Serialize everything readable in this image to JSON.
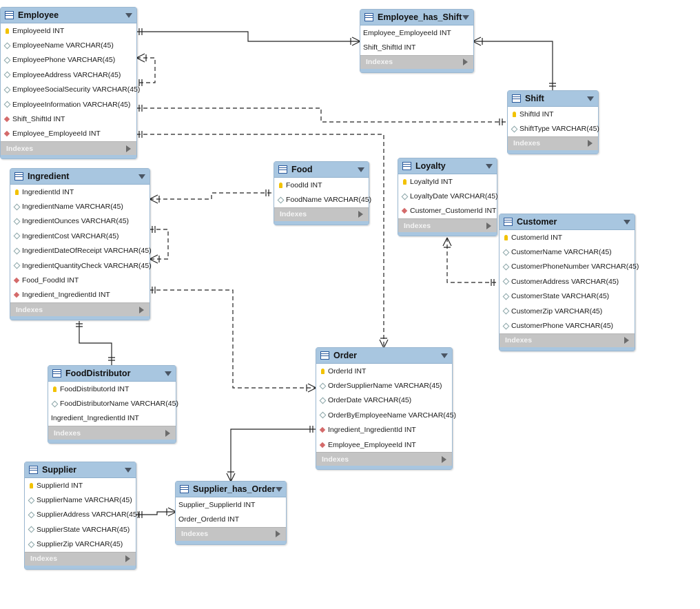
{
  "tables": {
    "employee": {
      "name": "Employee",
      "columns": [
        {
          "label": "EmployeeId INT",
          "icon": "key"
        },
        {
          "label": "EmployeeName VARCHAR(45)",
          "icon": "attr"
        },
        {
          "label": "EmployeePhone VARCHAR(45)",
          "icon": "attr"
        },
        {
          "label": "EmployeeAddress VARCHAR(45)",
          "icon": "attr"
        },
        {
          "label": "EmployeeSocialSecurity VARCHAR(45)",
          "icon": "attr"
        },
        {
          "label": "EmployeeInformation VARCHAR(45)",
          "icon": "attr"
        },
        {
          "label": "Shift_ShiftId INT",
          "icon": "fk"
        },
        {
          "label": "Employee_EmployeeId INT",
          "icon": "fk"
        }
      ],
      "indexes": "Indexes"
    },
    "employee_has_shift": {
      "name": "Employee_has_Shift",
      "columns": [
        {
          "label": "Employee_EmployeeId INT",
          "icon": "none"
        },
        {
          "label": "Shift_ShiftId INT",
          "icon": "none"
        }
      ],
      "indexes": "Indexes"
    },
    "shift": {
      "name": "Shift",
      "columns": [
        {
          "label": "ShiftId INT",
          "icon": "key"
        },
        {
          "label": "ShiftType VARCHAR(45)",
          "icon": "attr"
        }
      ],
      "indexes": "Indexes"
    },
    "ingredient": {
      "name": "Ingredient",
      "columns": [
        {
          "label": "IngredientId INT",
          "icon": "key"
        },
        {
          "label": "IngredientName VARCHAR(45)",
          "icon": "attr"
        },
        {
          "label": "IngredientOunces VARCHAR(45)",
          "icon": "attr"
        },
        {
          "label": "IngredientCost VARCHAR(45)",
          "icon": "attr"
        },
        {
          "label": "IngredientDateOfReceipt VARCHAR(45)",
          "icon": "attr"
        },
        {
          "label": "IngredientQuantityCheck VARCHAR(45)",
          "icon": "attr"
        },
        {
          "label": "Food_FoodId INT",
          "icon": "fk"
        },
        {
          "label": "Ingredient_IngredientId INT",
          "icon": "fk"
        }
      ],
      "indexes": "Indexes"
    },
    "food": {
      "name": "Food",
      "columns": [
        {
          "label": "FoodId INT",
          "icon": "key"
        },
        {
          "label": "FoodName VARCHAR(45)",
          "icon": "attr"
        }
      ],
      "indexes": "Indexes"
    },
    "loyalty": {
      "name": "Loyalty",
      "columns": [
        {
          "label": "LoyaltyId INT",
          "icon": "key"
        },
        {
          "label": "LoyaltyDate VARCHAR(45)",
          "icon": "attr"
        },
        {
          "label": "Customer_CustomerId INT",
          "icon": "fk"
        }
      ],
      "indexes": "Indexes"
    },
    "customer": {
      "name": "Customer",
      "columns": [
        {
          "label": "CustomerId INT",
          "icon": "key"
        },
        {
          "label": "CustomerName VARCHAR(45)",
          "icon": "attr"
        },
        {
          "label": "CustomerPhoneNumber VARCHAR(45)",
          "icon": "attr"
        },
        {
          "label": "CustomerAddress VARCHAR(45)",
          "icon": "attr"
        },
        {
          "label": "CustomerState VARCHAR(45)",
          "icon": "attr"
        },
        {
          "label": "CustomerZip VARCHAR(45)",
          "icon": "attr"
        },
        {
          "label": "CustomerPhone VARCHAR(45)",
          "icon": "attr"
        }
      ],
      "indexes": "Indexes"
    },
    "order": {
      "name": "Order",
      "columns": [
        {
          "label": "OrderId INT",
          "icon": "key"
        },
        {
          "label": "OrderSupplierName VARCHAR(45)",
          "icon": "attr"
        },
        {
          "label": "OrderDate VARCHAR(45)",
          "icon": "attr"
        },
        {
          "label": "OrderByEmployeeName VARCHAR(45)",
          "icon": "attr"
        },
        {
          "label": "Ingredient_IngredientId INT",
          "icon": "fk"
        },
        {
          "label": "Employee_EmployeeId INT",
          "icon": "fk"
        }
      ],
      "indexes": "Indexes"
    },
    "fooddistributor": {
      "name": "FoodDistributor",
      "columns": [
        {
          "label": "FoodDistributorId INT",
          "icon": "key"
        },
        {
          "label": "FoodDistributorName VARCHAR(45)",
          "icon": "attr"
        },
        {
          "label": "Ingredient_IngredientId INT",
          "icon": "none"
        }
      ],
      "indexes": "Indexes"
    },
    "supplier": {
      "name": "Supplier",
      "columns": [
        {
          "label": "SupplierId INT",
          "icon": "key"
        },
        {
          "label": "SupplierName VARCHAR(45)",
          "icon": "attr"
        },
        {
          "label": "SupplierAddress VARCHAR(45)",
          "icon": "attr"
        },
        {
          "label": "SupplierState VARCHAR(45)",
          "icon": "attr"
        },
        {
          "label": "SupplierZip VARCHAR(45)",
          "icon": "attr"
        }
      ],
      "indexes": "Indexes"
    },
    "supplier_has_order": {
      "name": "Supplier_has_Order",
      "columns": [
        {
          "label": "Supplier_SupplierId INT",
          "icon": "none"
        },
        {
          "label": "Order_OrderId INT",
          "icon": "none"
        }
      ],
      "indexes": "Indexes"
    }
  },
  "colors": {
    "header": "#a8c6e0",
    "indexes_bar": "#c4c4c4",
    "primary_key": "#f2c200",
    "foreign_key": "#d46a6a",
    "connector": "#222222"
  }
}
